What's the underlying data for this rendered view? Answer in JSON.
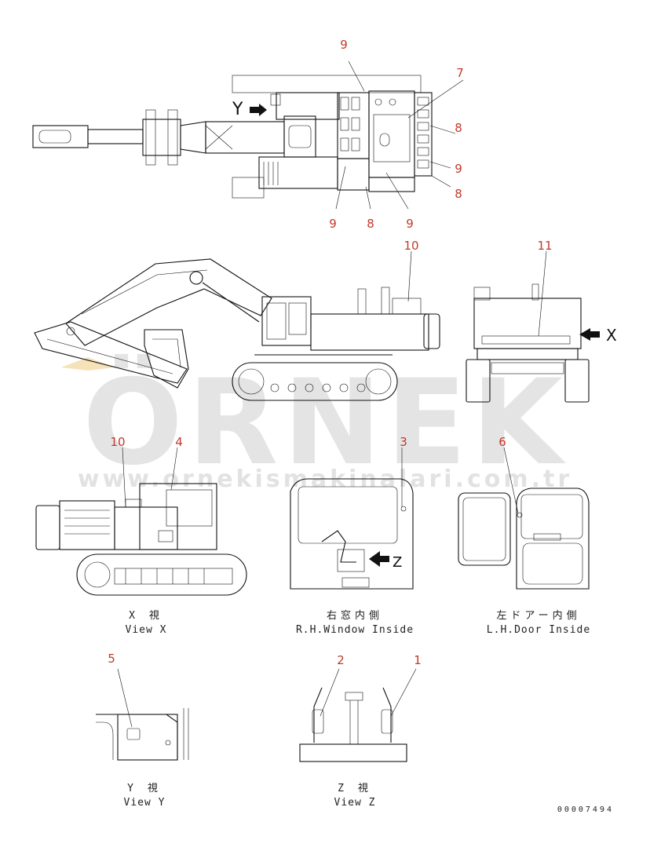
{
  "callouts": {
    "c9_top": "9",
    "c7": "7",
    "c8_a": "8",
    "c9_right": "9",
    "c8_b": "8",
    "c9_bl": "9",
    "c8_bm": "8",
    "c9_br": "9",
    "c10_side": "10",
    "c11": "11",
    "c10_viewx": "10",
    "c4": "4",
    "c3": "3",
    "c6": "6",
    "c5": "5",
    "c2": "2",
    "c1": "1"
  },
  "view_markers": {
    "y_marker": "Y",
    "x_marker": "X",
    "z_marker": "Z"
  },
  "watermark": {
    "logo_text": "ÖRNEK",
    "url_text": "www.ornekismakinalari.com.tr"
  },
  "captions": {
    "view_x_jp": "X 視",
    "view_x_en": "View X",
    "rh_window_jp": "右窓内側",
    "rh_window_en": "R.H.Window Inside",
    "lh_door_jp": "左ドアー内側",
    "lh_door_en": "L.H.Door Inside",
    "view_y_jp": "Y 視",
    "view_y_en": "View Y",
    "view_z_jp": "Z 視",
    "view_z_en": "View Z"
  },
  "drawing_number": "00007494",
  "colors": {
    "callout": "#c0392b",
    "line": "#111111",
    "watermark": "#cfcfcf"
  }
}
